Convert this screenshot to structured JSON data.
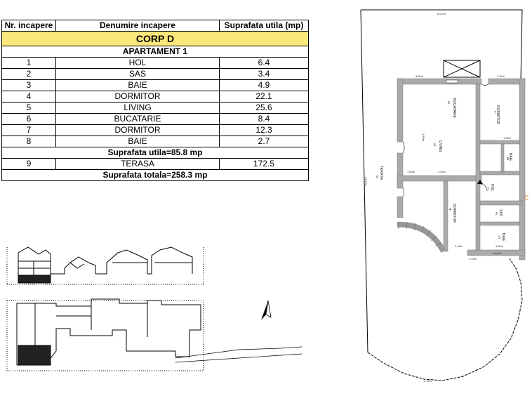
{
  "table": {
    "headers": [
      "Nr. incapere",
      "Denumire incapere",
      "Suprafata utila (mp)"
    ],
    "corp": "CORP D",
    "apartment": "APARTAMENT 1",
    "rows": [
      {
        "nr": "1",
        "name": "HOL",
        "area": "6.4"
      },
      {
        "nr": "2",
        "name": "SAS",
        "area": "3.4"
      },
      {
        "nr": "3",
        "name": "BAIE",
        "area": "4.9"
      },
      {
        "nr": "4",
        "name": "DORMITOR",
        "area": "22.1"
      },
      {
        "nr": "5",
        "name": "LIVING",
        "area": "25.6"
      },
      {
        "nr": "6",
        "name": "BUCATARIE",
        "area": "8.4"
      },
      {
        "nr": "7",
        "name": "DORMITOR",
        "area": "12.3"
      },
      {
        "nr": "8",
        "name": "BAIE",
        "area": "2.7"
      }
    ],
    "subtotal": "Suprafata utila=85.8 mp",
    "terrace": {
      "nr": "9",
      "name": "TERASA",
      "area": "172.5"
    },
    "total": "Suprafata totala=258.3 mp"
  },
  "plan": {
    "rooms": [
      {
        "label": "BUCATARIE",
        "number": "6"
      },
      {
        "label": "DORMITOR",
        "number": "7"
      },
      {
        "label": "LIVING",
        "number": "5"
      },
      {
        "label": "BAIE",
        "number": "8"
      },
      {
        "label": "HOL",
        "number": "1"
      },
      {
        "label": "DORMITOR",
        "number": "4"
      },
      {
        "label": "SAS",
        "number": "2"
      },
      {
        "label": "BAIE",
        "number": "3"
      },
      {
        "label": "TERASA",
        "number": "9"
      }
    ],
    "dimensions": [
      "15.87m",
      "3.55m",
      "2.90m",
      "24.10m",
      "1.85m",
      "3.51m",
      "1.65m",
      "3.43m",
      "2.48m",
      "3.60m",
      "2.12m",
      "4.88m"
    ],
    "level_mark": "-0.1"
  }
}
